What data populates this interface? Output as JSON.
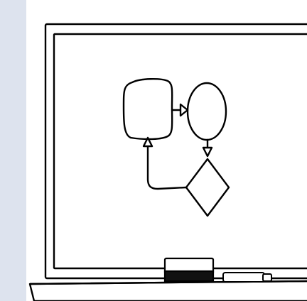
{
  "illustration": {
    "subject": "whiteboard-with-flowchart",
    "colors": {
      "background": "#dde3ee",
      "panel": "#ffffff",
      "stroke": "#000000",
      "board_fill": "#ffffff",
      "eraser_pad": "#111111"
    },
    "elements": {
      "board_frame": "whiteboard-frame",
      "flowchart_nodes": [
        "process-rectangle",
        "connector-circle",
        "decision-diamond"
      ],
      "flowchart_arrows": [
        "rectangle-to-circle",
        "circle-to-diamond",
        "diamond-to-rectangle"
      ],
      "tray_items": [
        "eraser",
        "marker"
      ]
    }
  }
}
